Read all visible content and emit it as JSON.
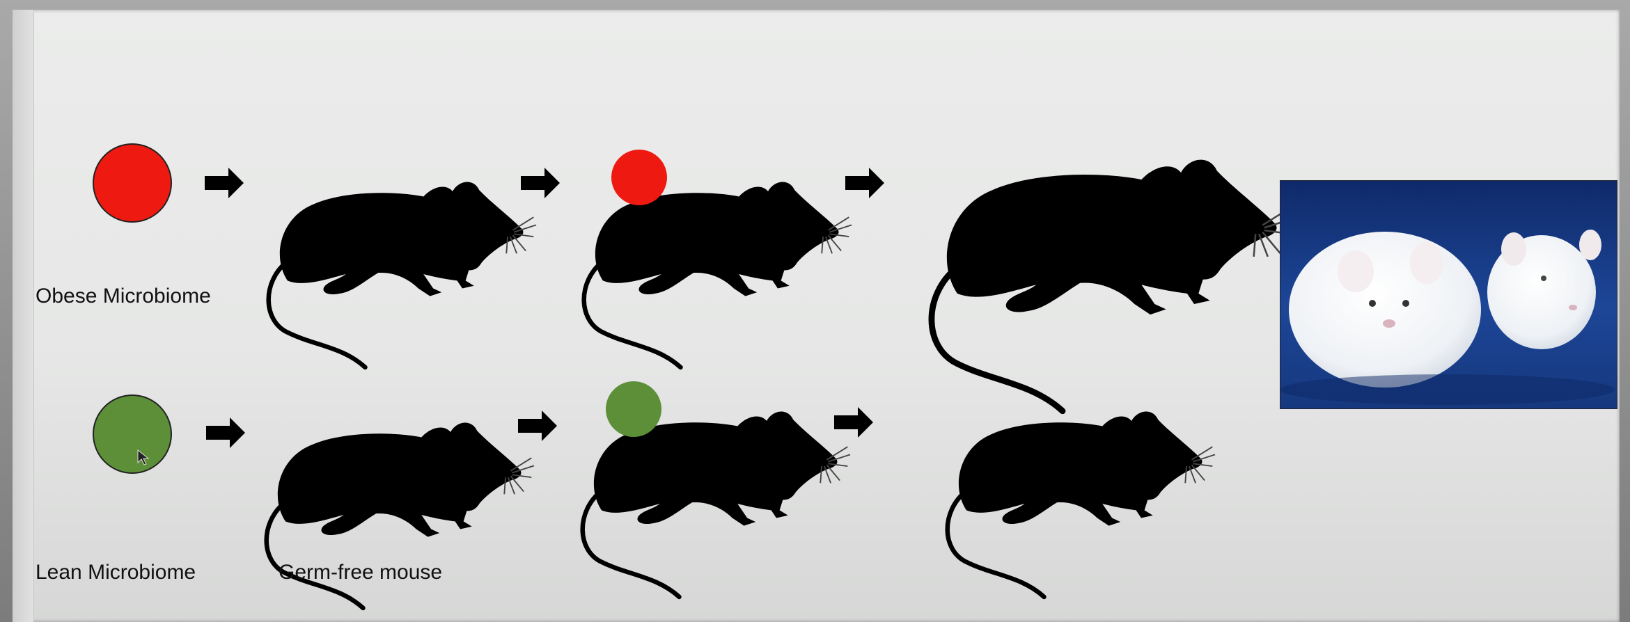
{
  "labels": {
    "obese": "Obese Microbiome",
    "lean": "Lean Microbiome",
    "germ_free": "Germ-free mouse"
  },
  "colors": {
    "obese_microbiome": "#ee1a12",
    "lean_microbiome": "#5c8f38",
    "mouse": "#000000",
    "photo_background": "#173b86"
  },
  "icons": {
    "arrow": "right-arrow-icon",
    "mouse": "mouse-silhouette-icon",
    "cursor": "mouse-cursor-icon"
  }
}
